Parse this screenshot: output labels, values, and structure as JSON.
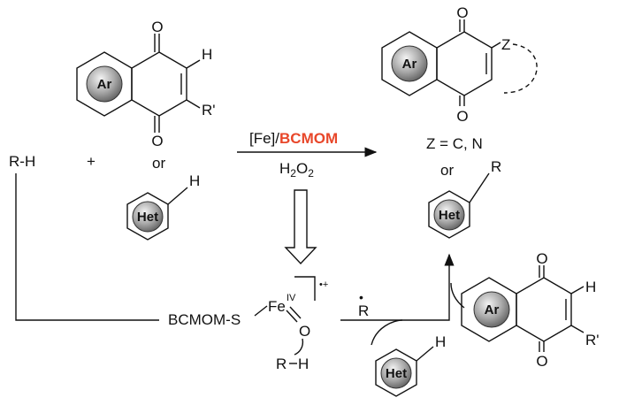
{
  "reactant": {
    "rh": "R-H",
    "plus": "+",
    "or": "or",
    "h": "H",
    "r_prime": "R'",
    "o": "O",
    "ar": "Ar",
    "het": "Het"
  },
  "conditions": {
    "catalyst_prefix": "[Fe]/",
    "catalyst_name": "BCMOM",
    "oxidant_h": "H",
    "oxidant_sub1": "2",
    "oxidant_o": "O",
    "oxidant_sub2": "2",
    "accent_color": "#e8472a"
  },
  "product": {
    "z": "Z",
    "z_def": "Z = C, N",
    "or": "or",
    "r": "R",
    "o": "O",
    "ar": "Ar",
    "het": "Het"
  },
  "intermediate": {
    "ligand": "BCMOM-S",
    "fe": "Fe",
    "ox_state": "IV",
    "charge": "•+",
    "o": "O",
    "r": "R",
    "h": "H",
    "radical": "R",
    "radical_dot": "•"
  },
  "bottom_quinone": {
    "ar": "Ar",
    "o": "O",
    "h": "H",
    "r_prime": "R'"
  },
  "bottom_het": {
    "het": "Het",
    "h": "H"
  }
}
